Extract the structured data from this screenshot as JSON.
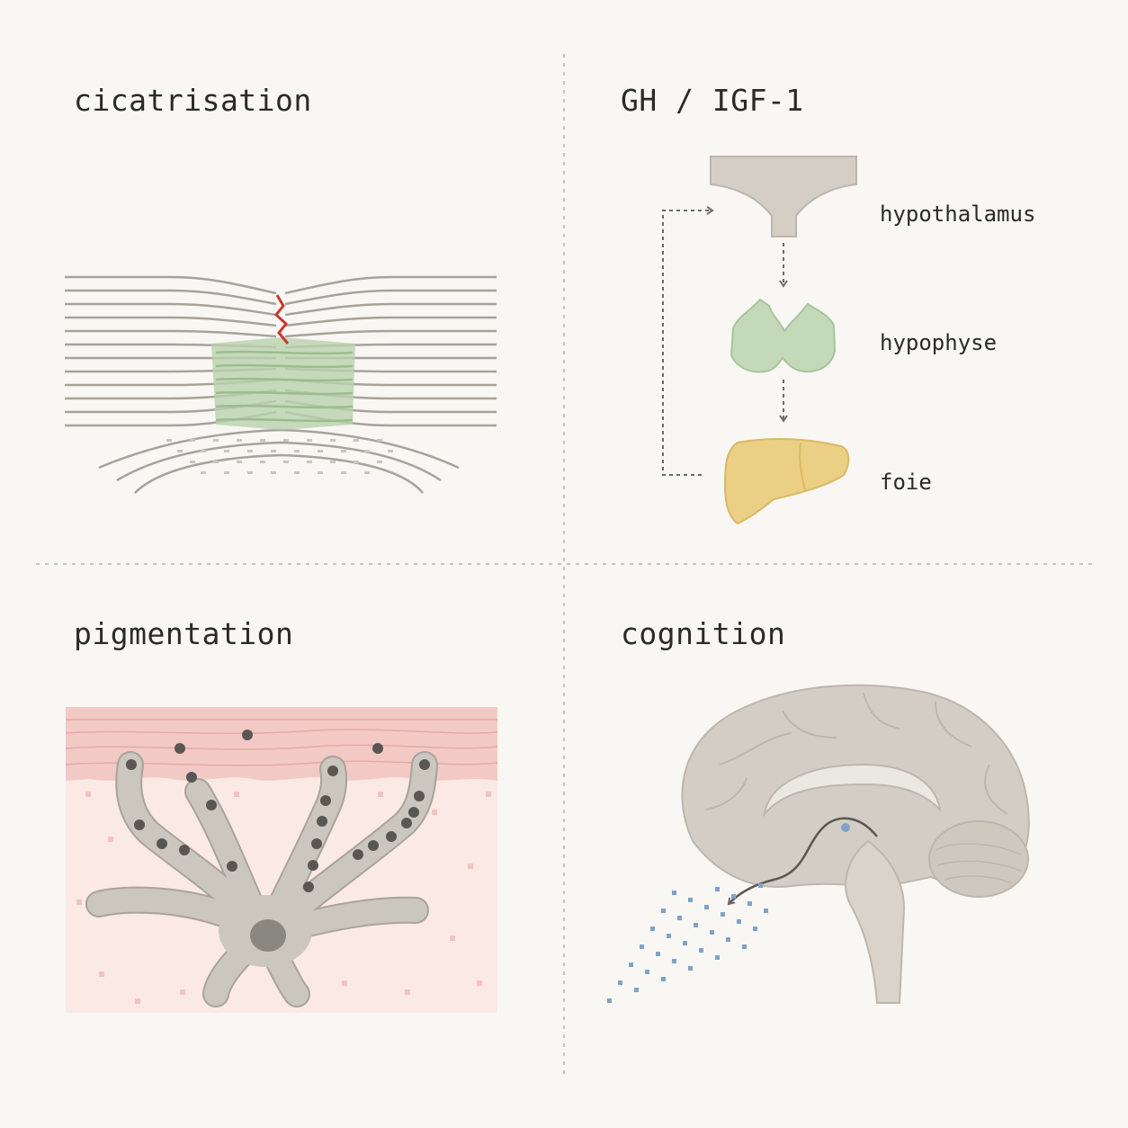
{
  "panels": {
    "healing": {
      "title": "cicatrisation"
    },
    "hormone": {
      "title": "GH / IGF-1",
      "labels": {
        "hypothalamus": "hypothalamus",
        "pituitary": "hypophyse",
        "liver": "foie"
      }
    },
    "pigment": {
      "title": "pigmentation"
    },
    "cognition": {
      "title": "cognition"
    }
  },
  "colors": {
    "background": "#f8f7f3",
    "skin_lines": "#a7a39c",
    "scar_tissue": "#b9d1ad",
    "crack": "#c8392b",
    "hypothalamus": "#d4cec5",
    "pituitary": "#c4d9b8",
    "liver": "#ebcf85",
    "epidermis": "#f2c9c5",
    "dermis": "#fbe9e6",
    "melanocyte": "#cbc7bf",
    "melanin": "#5a5753",
    "brain": "#d3cdc5",
    "signal": "#7fa3c7",
    "divider": "#c9c6bf"
  },
  "icons": [
    "dashed-feedback-arrow",
    "down-arrow",
    "hypothalamus-shape",
    "pituitary-shape",
    "liver-shape",
    "melanocyte-cell",
    "brain-sagittal"
  ]
}
